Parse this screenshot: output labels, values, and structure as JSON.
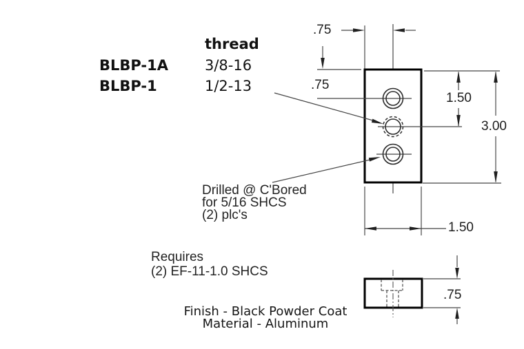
{
  "header": {
    "thread_column": "thread",
    "rows": [
      {
        "model": "BLBP-1A",
        "thread": "3/8-16"
      },
      {
        "model": "BLBP-1",
        "thread": "1/2-13"
      }
    ]
  },
  "dimensions": {
    "hole_offset_horizontal": ".75",
    "hole_offset_vertical": ".75",
    "hole_spacing": "1.50",
    "overall_height": "3.00",
    "plate_width": "1.50",
    "plate_thickness": ".75"
  },
  "notes": {
    "cbore": {
      "line1": "Drilled @ C'Bored",
      "line2": "for 5/16 SHCS",
      "line3": "(2) plc's"
    },
    "requires": {
      "line1": "Requires",
      "line2": "(2) EF-11-1.0 SHCS"
    },
    "finish": "Finish - Black Powder Coat",
    "material": "Material - Aluminum"
  },
  "colors": {
    "background": "#ffffff",
    "outline": "#000000",
    "thin_line": "#454545",
    "text": "#111111"
  }
}
